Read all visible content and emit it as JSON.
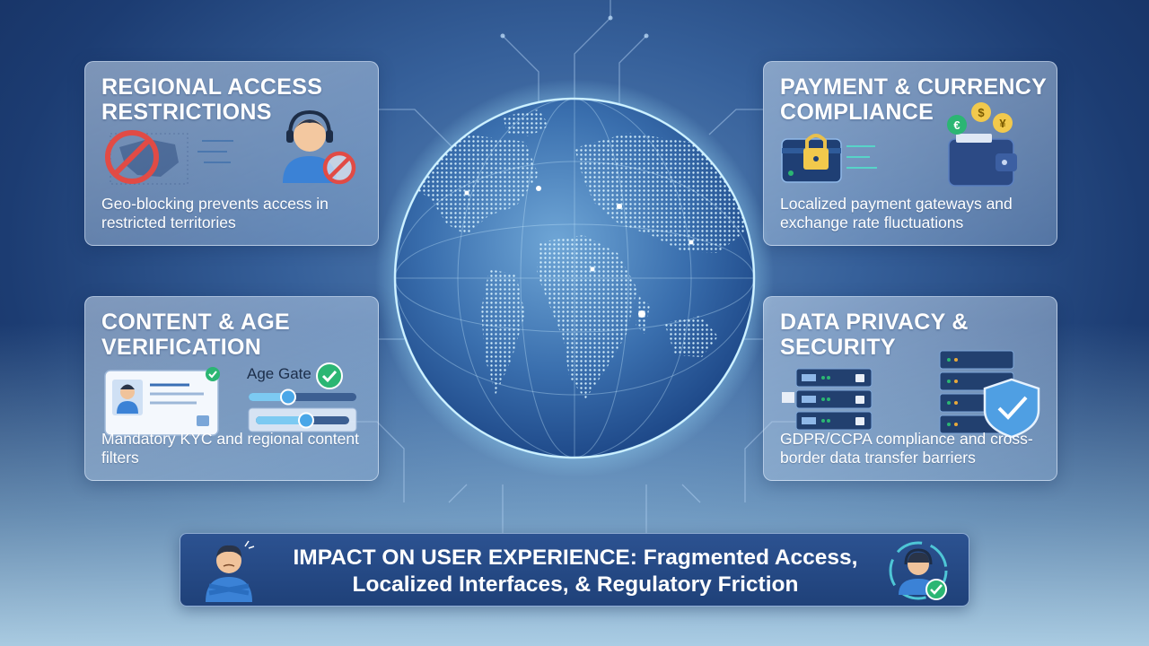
{
  "panels": {
    "regional": {
      "title": "REGIONAL ACCESS RESTRICTIONS",
      "desc": "Geo-blocking prevents access in restricted territories"
    },
    "payment": {
      "title": "PAYMENT & CURRENCY COMPLIANCE",
      "desc": "Localized payment gateways and exchange rate fluctuations",
      "coins": [
        "€",
        "$",
        "¥"
      ]
    },
    "content": {
      "title": "CONTENT & AGE VERIFICATION",
      "desc": "Mandatory KYC and regional content filters",
      "age_gate_label": "Age Gate"
    },
    "privacy": {
      "title": "DATA PRIVACY & SECURITY",
      "desc": "GDPR/CCPA compliance and cross-border data transfer barriers"
    }
  },
  "banner": {
    "text": "IMPACT ON USER EXPERIENCE: Fragmented Access, Localized Interfaces, & Regulatory Friction"
  },
  "colors": {
    "background_dark": "#142d5c",
    "background_mid": "#36609a",
    "globe_glow": "#9fe0ff",
    "prohibit_red": "#e14b45",
    "check_green": "#2bb673",
    "banner_blue": "#24488a"
  }
}
